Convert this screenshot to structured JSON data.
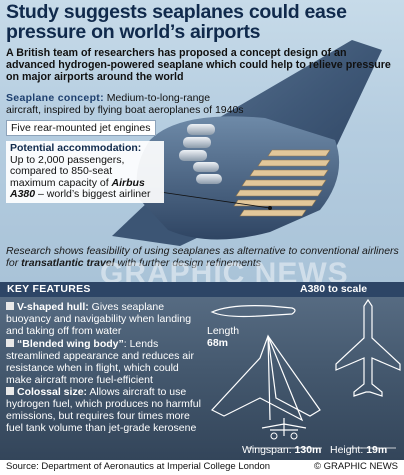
{
  "title": "Study suggests seaplanes could ease pressure on world’s airports",
  "intro": "A British team of researchers has proposed a concept design of an advanced hydrogen-powered seaplane which could help to relieve pressure on major airports around the world",
  "concept": {
    "label": "Seaplane concept:",
    "text": " Medium-to-long-range aircraft, inspired by flying boat aeroplanes of 1940s"
  },
  "jets_label": "Five rear-mounted jet engines",
  "accommodation": {
    "heading": "Potential accommodation:",
    "text_before": "Up to 2,000 passengers, compared to 850-seat maximum capacity of ",
    "airbus": "Airbus A380",
    "text_after": " – world’s biggest airliner"
  },
  "research": {
    "before": "Research shows feasibility of using seaplanes as alternative to conventional airliners for ",
    "bold": "transatlantic travel",
    "after": " with further design refinements"
  },
  "key_features": {
    "heading": "Key Features",
    "items": [
      {
        "bold": "V-shaped hull:",
        "text": " Gives seaplane buoyancy and navigability when landing and taking off from water"
      },
      {
        "bold": "“Blended wing body”",
        "text": ": Lends streamlined appearance and reduces air resistance when in flight, which could make aircraft more fuel-efficient"
      },
      {
        "bold": "Colossal size:",
        "text": " Allows aircraft to use hydrogen fuel, which produces no harmful emissions, but requires four times more fuel tank volume than jet-grade kerosene"
      }
    ]
  },
  "scale": {
    "heading": "A380 to scale",
    "length_label": "Length",
    "length_value": "68m",
    "wingspan_label": "Wingspan: ",
    "wingspan_value": "130m",
    "height_label": "Height: ",
    "height_value": "19m"
  },
  "watermark": "GRAPHIC NEWS",
  "source": "Source: Department of Aeronautics at Imperial College London",
  "credit": "© GRAPHIC NEWS"
}
